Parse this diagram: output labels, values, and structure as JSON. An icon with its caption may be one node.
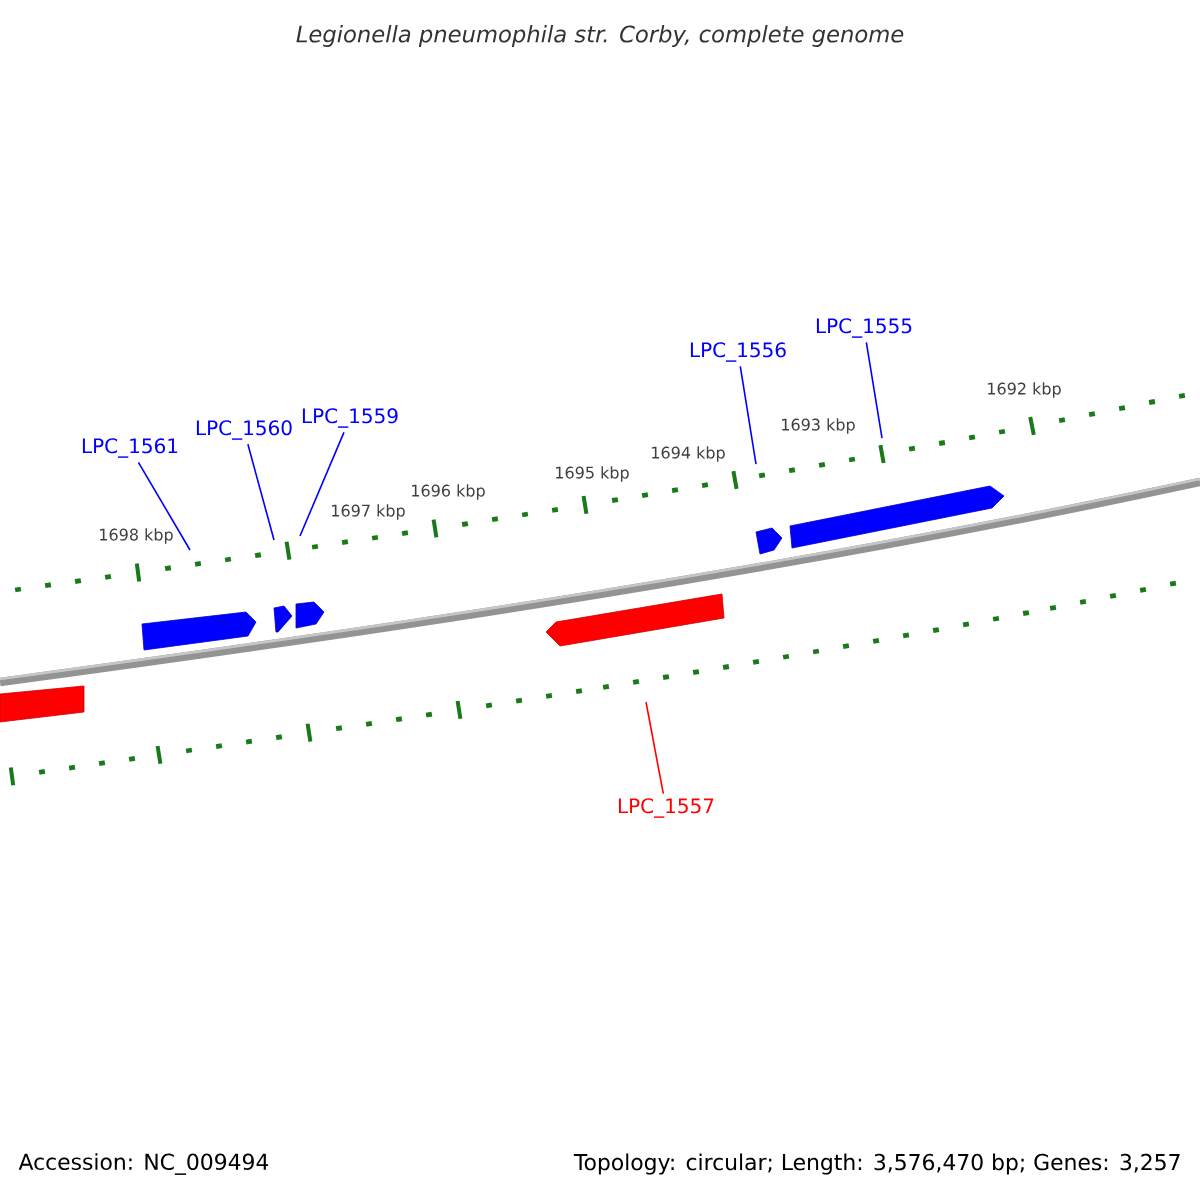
{
  "diagram": {
    "title": "Legionella pneumophila str. Corby, complete genome",
    "nodes": [
      {
        "text": [
          "LPC_1561"
        ]
      },
      {
        "text": [
          "LPC_1560"
        ]
      },
      {
        "text": [
          "LPC_1559"
        ]
      },
      {
        "text": [
          "LPC_1556"
        ]
      },
      {
        "text": [
          "LPC_1555"
        ]
      },
      {
        "text": [
          "LPC_1557"
        ]
      }
    ],
    "edges": [
      {
        "from": 0,
        "to": null,
        "arrow": "none"
      },
      {
        "from": 1,
        "to": null,
        "arrow": "none"
      },
      {
        "from": 2,
        "to": null,
        "arrow": "none"
      },
      {
        "from": 3,
        "to": null,
        "arrow": "none"
      },
      {
        "from": 4,
        "to": null,
        "arrow": "none"
      },
      {
        "from": 5,
        "to": null,
        "arrow": "none",
        "color": "#ff0000"
      }
    ],
    "labels": [
      "1692 kbp",
      "1693 kbp",
      "1694 kbp",
      "1695 kbp",
      "1696 kbp",
      "1697 kbp",
      "1698 kbp",
      "Accession: NC_009494",
      "Topology: circular; Length: 3,576,470 bp; Genes: 3,257"
    ]
  }
}
